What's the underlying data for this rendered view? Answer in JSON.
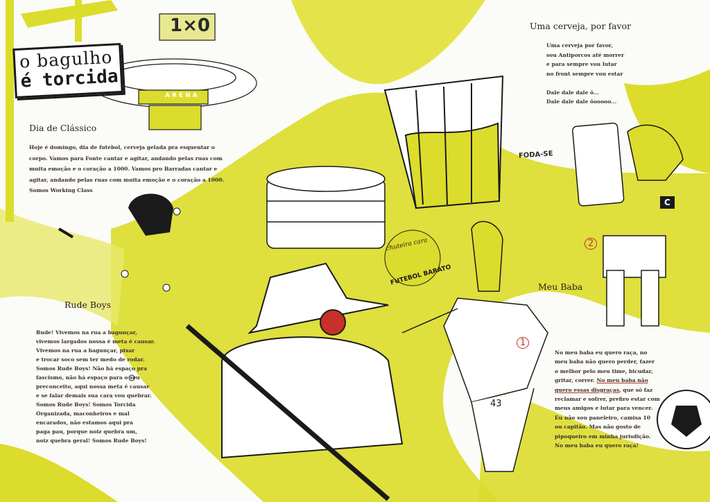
{
  "logo": {
    "line1": "o bagulho",
    "line2": "é torcida"
  },
  "scoreboard": "1×0",
  "arena_sign": "ARENA",
  "graffiti": "FODA-SE",
  "armband": "C",
  "panel_numbers": {
    "two": "2",
    "one": "1"
  },
  "shirt_number": "43",
  "badge": {
    "top": "chuteira cara",
    "bottom": "FUTEBOL BARATO"
  },
  "sections": {
    "classico": {
      "title": "Dia de Clássico",
      "lines": [
        "Hoje é domingo, dia de futebol, cerveja gelada pra esquentar o",
        "corpo. Vamos para Fonte cantar e agitar, andando pelas ruas com",
        "muita emoção e o coração a 1000.  Vamos pro Barradas cantar e",
        "agitar, andando pelas ruas com muita emoção e o coração a 1000.",
        "Somos Working Class"
      ]
    },
    "rude": {
      "title": "Rude Boys",
      "lines": [
        "Rude! Vivemos na rua a bagunçar,",
        "vivemos largados nossa é meta é causar.",
        "Vivemos na rua a bagunçar, pixar",
        "e trocar soco sem ter medo de rodar.",
        "Somos Rude Boys!  Não há espaço pra",
        "fascismo, não há espaço para o  seu",
        "preconceito, aqui nossa meta é causar",
        "e se falar demais sua cara vou quebrar.",
        "Somos Rude Boys!  Somos Torcida",
        "Organizada, maconheiros e mal",
        "encarados, não estamos aqui pra",
        "paga pau, porque noiz quebra um,",
        "noiz quebra geral!  Somos Rude Boys!"
      ]
    },
    "cerveja": {
      "title": "Uma cerveja, por favor",
      "lines": [
        "Uma cerveja por favor,",
        "sou Antiporcos até morrer",
        "e para sempre vou lutar",
        "no front sempre vou estar"
      ],
      "chorus": [
        "Dale dale dale ô...",
        "Dale dale dale ôooooo..."
      ]
    },
    "baba": {
      "title": "Meu Baba",
      "lines": [
        "No meu baba eu quero raça, no",
        "meu baba não quero perder, fazer",
        "o melhor pelo meu time, bicudar,",
        "gritar, correr.  "
      ],
      "underlined_1": "No meu baba não",
      "underlined_2": "quero essas disgraças",
      "after_underline": ", que só faz",
      "lines_after": [
        "reclamar e sofrer, prefiro estar com",
        "meus amigos e lutar para vencer.",
        "Eu não sou paneleiro, camisa 10",
        "ou capitão. Mas não gosto de",
        "pipoqueiro em minha jurisdição.",
        "No meu baba eu quero raça!"
      ]
    }
  },
  "colors": {
    "yellow": "#dcdc2c",
    "paper": "#fbfbf7",
    "ink": "#1a1a1a",
    "red": "#c8302a"
  }
}
